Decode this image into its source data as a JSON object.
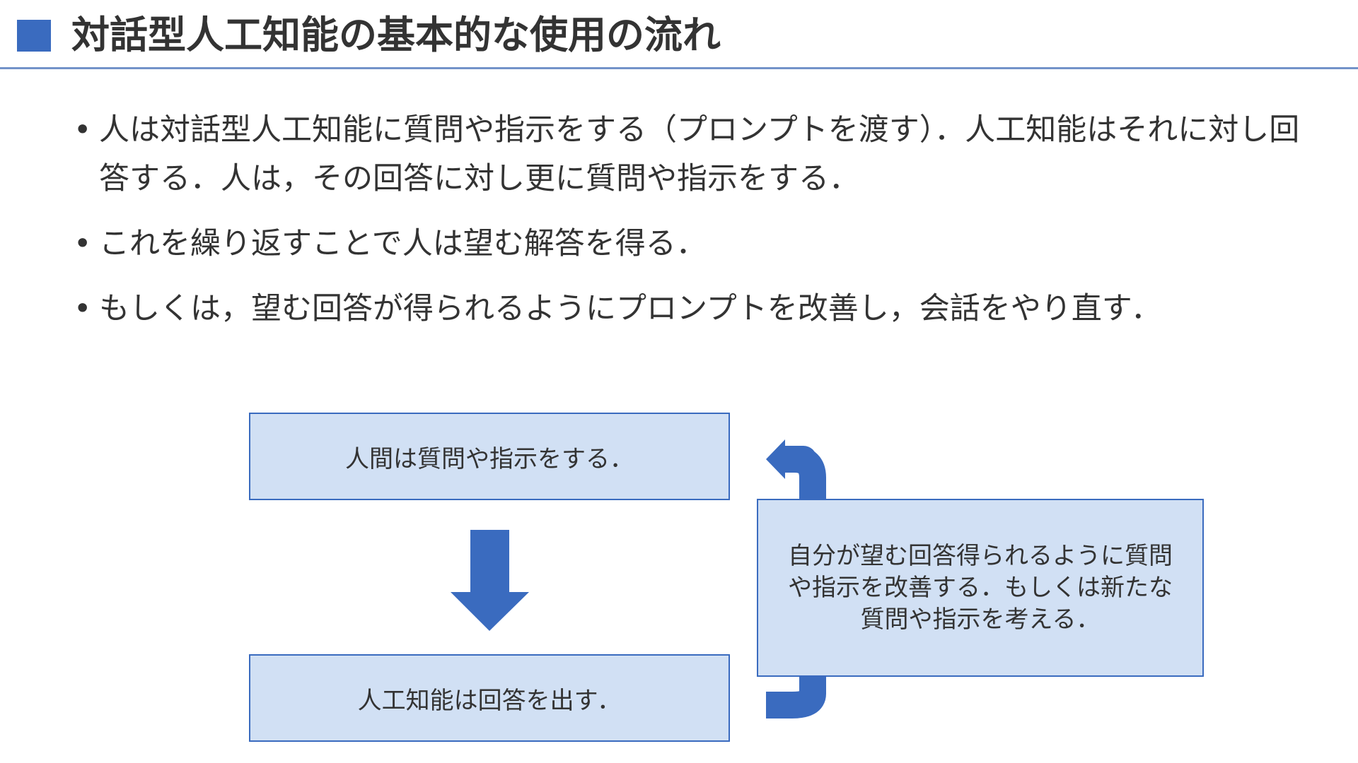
{
  "slide": {
    "title": "対話型人工知能の基本的な使用の流れ"
  },
  "bullets": [
    {
      "marker": "•",
      "text": "人は対話型人工知能に質問や指示をする（プロンプトを渡す）．人工知能はそれに対し回答する．人は，その回答に対し更に質問や指示をする．"
    },
    {
      "marker": "•",
      "text": "これを繰り返すことで人は望む解答を得る．"
    },
    {
      "marker": "•",
      "text": "もしくは，望む回答が得られるようにプロンプトを改善し，会話をやり直す．"
    }
  ],
  "diagram": {
    "box_question": "人間は質問や指示をする．",
    "box_answer": "人工知能は回答を出す．",
    "box_improve": "自分が望む回答得られるように質問や指示を改善する．もしくは新たな質問や指示を考える．",
    "arrow_color": "#3a6bbf",
    "box_fill": "#d1e0f4",
    "box_border": "#3a6bbf"
  },
  "icons": {
    "down_arrow": "down-arrow-icon",
    "loop_back_arrow": "curved-left-arrow-icon",
    "loop_in_arrow": "curved-arrow-icon"
  }
}
